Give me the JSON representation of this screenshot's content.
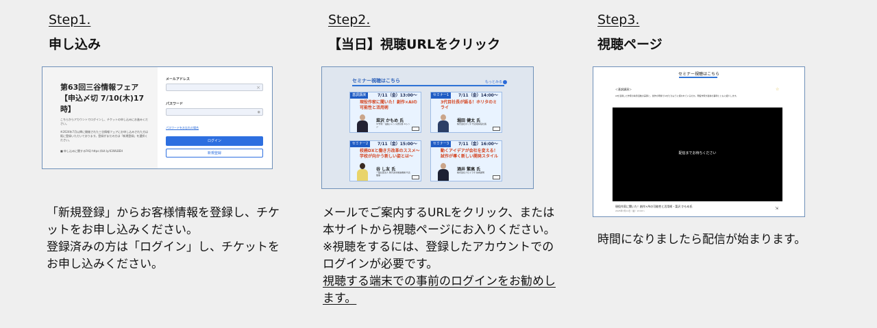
{
  "steps": [
    {
      "num": "Step1.",
      "title": "申し込み",
      "desc": [
        "「新規登録」からお客様情報を登録し、チケットをお申し込みください。",
        "登録済みの方は「ログイン」し、チケットをお申し込みください。"
      ]
    },
    {
      "num": "Step2.",
      "title": "【当日】視聴URLをクリック",
      "desc": [
        "メールでご案内するURLをクリック、または本サイトから視聴ページにお入りください。",
        "※視聴をするには、登録したアカウントでのログインが必要です。"
      ],
      "desc_link": "視聴する端末での事前のログインをお勧めします。"
    },
    {
      "num": "Step3.",
      "title": "視聴ページ",
      "desc": [
        "時間になりましたら配信が始まります。"
      ]
    }
  ],
  "login_shot": {
    "fair_title": "第63回三谷情報フェア【申込〆切 7/10(木)17時】",
    "intro": "こちらからアカウントでログインし、チケットの申し込みにお進みください。",
    "note": "※2024年7月以降に開催された三谷情報フェアにお申し込みされた方は既に登録いただいております。登録がまだの方は「新規登録」を選択ください。",
    "faq": "■ 申し込みに関するFAQ https://bit.ly/43WLBEH",
    "email_label": "メールアドレス",
    "password_label": "パスワード",
    "clear_glyph": "×",
    "eye_glyph": "◉",
    "forgot_link": "パスワードをお忘れの場合",
    "login_button": "ログイン",
    "register_button": "新規登録"
  },
  "seminar_shot": {
    "header": "セミナー視聴はこちら",
    "more": "もっとみる",
    "cards": [
      {
        "tag": "基調講演",
        "date": "7/11（金）13:00～",
        "title": "現役作家に聞いた！創作×AIの可能性と活用術",
        "name": "菜沢 かもめ 氏",
        "sub": "SF作家・電脳ジャンル研究者 AIシンジ"
      },
      {
        "tag": "セミナー1",
        "date": "7/11（金）14:00～",
        "title": "3代目社長が語る！ホリタのミライ",
        "name": "堀田 健太 氏",
        "sub": "株式会社ホリタ 代表取締役社長"
      },
      {
        "tag": "セミナー2",
        "date": "7/11（金）15:00～",
        "title": "校務DXと働き方改革のススメ～学校が向かう新しい姿とは～",
        "name": "谷 し友 氏",
        "sub": "一般社団法人 教育改革推進機構 代表理事"
      },
      {
        "tag": "セミナー3",
        "date": "7/11（金）16:00～",
        "title": "動くアイデアが会社を変える！試作が導く新しい開発スタイル",
        "name": "酒井 繁高 氏",
        "sub": "株式会社プロトラボ 技術顧問"
      }
    ]
  },
  "viewing_shot": {
    "header": "セミナー視聴はこちら",
    "sub": "＜基調講演＞",
    "text": "AIを活用した作家の執筆活動の実態と、創作の現場でAIがどのように使われているのか。現役作家が最新の事例とともに紹介します。",
    "star": "☆",
    "waiting": "配信までお待ちください",
    "caption": "現役作家に聞いた！創作×AIの可能性と活用術・菜沢 かもめ氏",
    "meta": "2025年7月11日（金）13:00～",
    "share": "⇲"
  },
  "colors": {
    "accent": "#2f74d6",
    "frame": "#6d8fb8",
    "title_red": "#d4431e"
  }
}
